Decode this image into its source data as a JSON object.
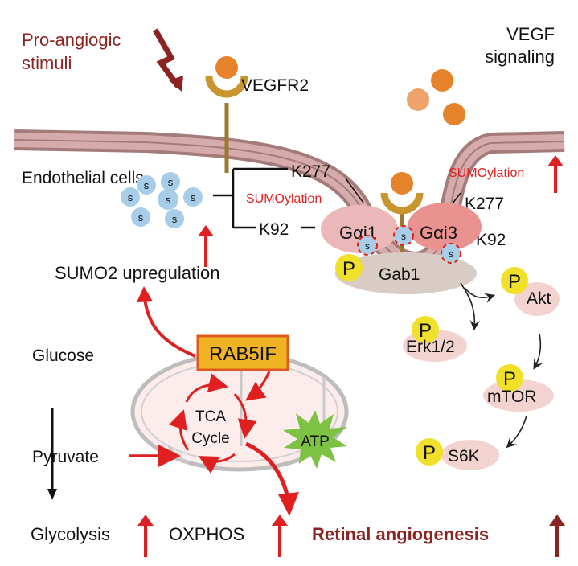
{
  "labels": {
    "stimuli_line1": "Pro-angiogic",
    "stimuli_line2": "stimuli",
    "vegfr2": "VEGFR2",
    "vegf_line1": "VEGF",
    "vegf_line2": "signaling",
    "endothelial": "Endothelial cells",
    "k277_left": "K277",
    "k92_left": "K92",
    "sumoylation_left": "SUMOylation",
    "sumoylation_right": "SUMOylation",
    "k277_right": "K277",
    "k92_right": "K92",
    "gai1": "Gαi1",
    "gai3": "Gαi3",
    "gab1": "Gab1",
    "sumo_s": "s",
    "sumo2": "SUMO2 upregulation",
    "rab5if": "RAB5IF",
    "glucose": "Glucose",
    "pyruvate": "Pyruvate",
    "tca_line1": "TCA",
    "tca_line2": "Cycle",
    "atp": "ATP",
    "phospho": "P",
    "akt": "Akt",
    "erk": "Erk1/2",
    "mtor": "mTOR",
    "s6k": "S6K",
    "glycolysis": "Glycolysis",
    "oxphos": "OXPHOS",
    "retinal": "Retinal angiogenesis"
  },
  "colors": {
    "up_arrow": "#e02020",
    "dark_red": "#8b2323",
    "vegf": "#e6822a",
    "receptor": "#c8952e",
    "phospho": "#f0e02a",
    "rab5if_fill": "#f0b323",
    "atp": "#7dc242",
    "sumo": "#a8cde8"
  }
}
